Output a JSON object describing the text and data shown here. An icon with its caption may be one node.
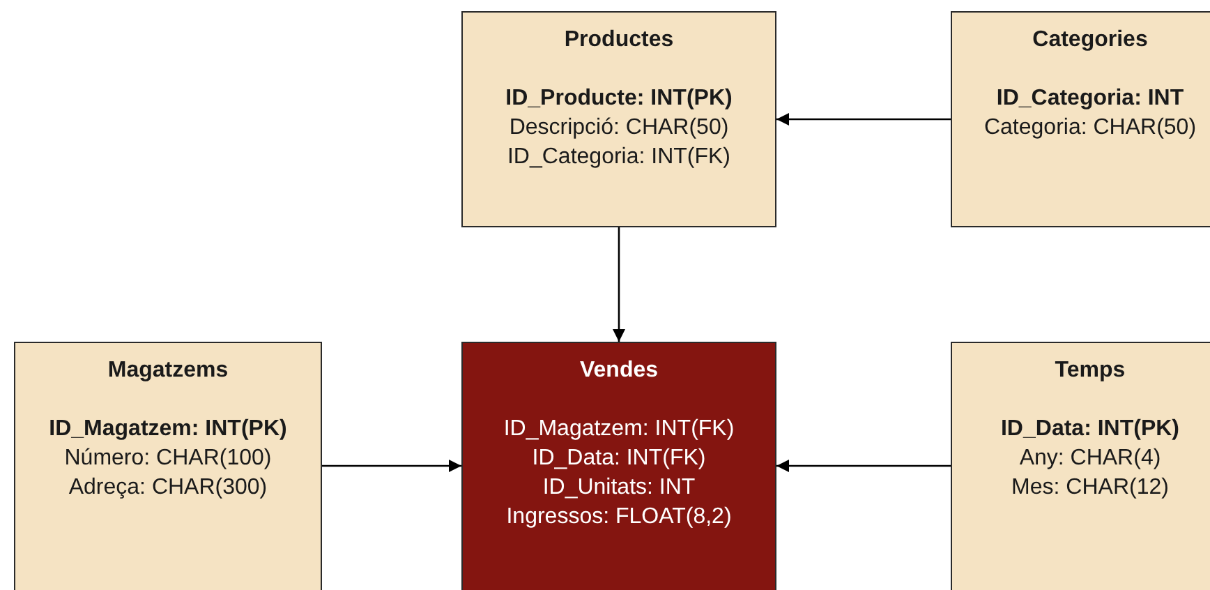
{
  "diagram": {
    "nodes": [
      {
        "text": [
          "Productes",
          "ID_Producte: INT(PK)",
          "Descripció: CHAR(50)",
          "ID_Categoria: INT(FK)"
        ]
      },
      {
        "text": [
          "Categories",
          "ID_Categoria: INT",
          "Categoria: CHAR(50)"
        ]
      },
      {
        "text": [
          "Magatzems",
          "ID_Magatzem: INT(PK)",
          "Número: CHAR(100)",
          "Adreça: CHAR(300)"
        ]
      },
      {
        "text": [
          "Vendes",
          "ID_Magatzem: INT(FK)",
          "ID_Data: INT(FK)",
          "ID_Unitats: INT",
          "Ingressos: FLOAT(8,2)"
        ]
      },
      {
        "text": [
          "Temps",
          "ID_Data: INT(PK)",
          "Any: CHAR(4)",
          "Mes: CHAR(12)"
        ]
      }
    ],
    "edges": [
      {
        "from": 1,
        "to": 0,
        "arrow": "to"
      },
      {
        "from": 0,
        "to": 3,
        "arrow": "to"
      },
      {
        "from": 2,
        "to": 3,
        "arrow": "to"
      },
      {
        "from": 4,
        "to": 3,
        "arrow": "to"
      }
    ]
  }
}
